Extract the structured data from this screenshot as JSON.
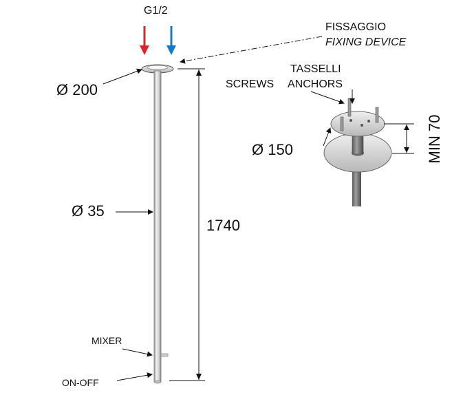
{
  "colors": {
    "hot_arrow": "#d9262c",
    "cold_arrow": "#1478c8",
    "metal_light": "#e6e6e6",
    "metal_dark": "#8a8a8a",
    "line": "#111111"
  },
  "labels": {
    "inlet": "G1/2",
    "fixing_it": "FISSAGGIO",
    "fixing_en": "FIXING DEVICE",
    "head_diameter": "Ø 200",
    "tube_diameter": "Ø 35",
    "length": "1740",
    "mixer": "MIXER",
    "on_off": "ON-OFF",
    "anchors_it": "TASSELLI",
    "anchors_en": "ANCHORS",
    "screws": "SCREWS",
    "plate_diameter": "Ø 150",
    "min_height": "MIN 70"
  },
  "icons": {
    "hot": "down-arrow-icon",
    "cold": "down-arrow-icon"
  }
}
